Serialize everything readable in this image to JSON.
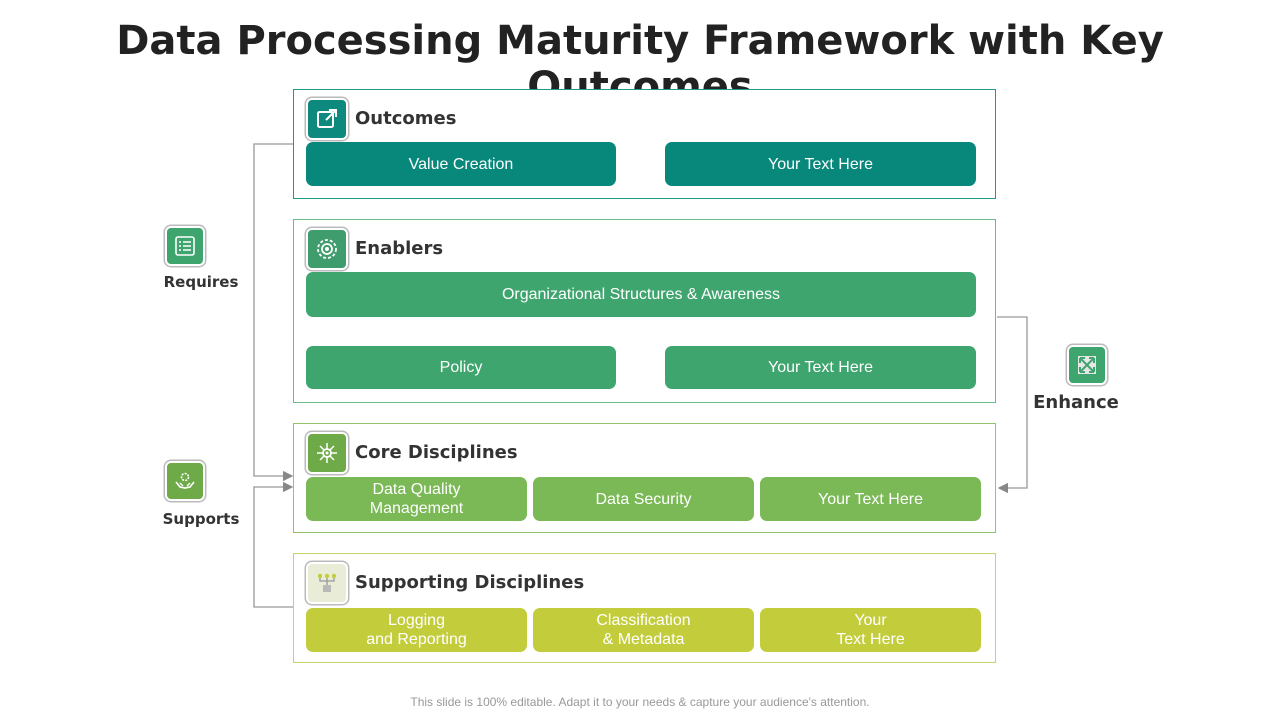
{
  "title": "Data Processing Maturity Framework with Key Outcomes",
  "sections": {
    "outcomes": {
      "heading": "Outcomes",
      "icon": "external-link-icon",
      "items": [
        "Value Creation",
        "Your Text Here"
      ]
    },
    "enablers": {
      "heading": "Enablers",
      "icon": "target-gear-icon",
      "items": [
        "Organizational Structures  & Awareness",
        "Policy",
        "Your Text Here"
      ]
    },
    "core": {
      "heading": "Core Disciplines",
      "icon": "network-hub-icon",
      "items": [
        "Data Quality\nManagement",
        "Data Security",
        "Your Text Here"
      ]
    },
    "supporting": {
      "heading": "Supporting Disciplines",
      "icon": "hierarchy-icon",
      "items": [
        "Logging\nand Reporting",
        "Classification\n& Metadata",
        "Your\nText Here"
      ]
    }
  },
  "side": {
    "requires": {
      "label": "Requires",
      "icon": "checklist-icon"
    },
    "supports": {
      "label": "Supports",
      "icon": "hands-gear-icon"
    },
    "enhance": {
      "label": "Enhance",
      "icon": "expand-arrows-icon"
    }
  },
  "colors": {
    "teal": "#08877b",
    "green": "#3fa56e",
    "lime": "#7ab956",
    "olive": "#c3cd3c"
  },
  "footer": "This slide is 100% editable. Adapt it to your needs & capture your audience's attention."
}
